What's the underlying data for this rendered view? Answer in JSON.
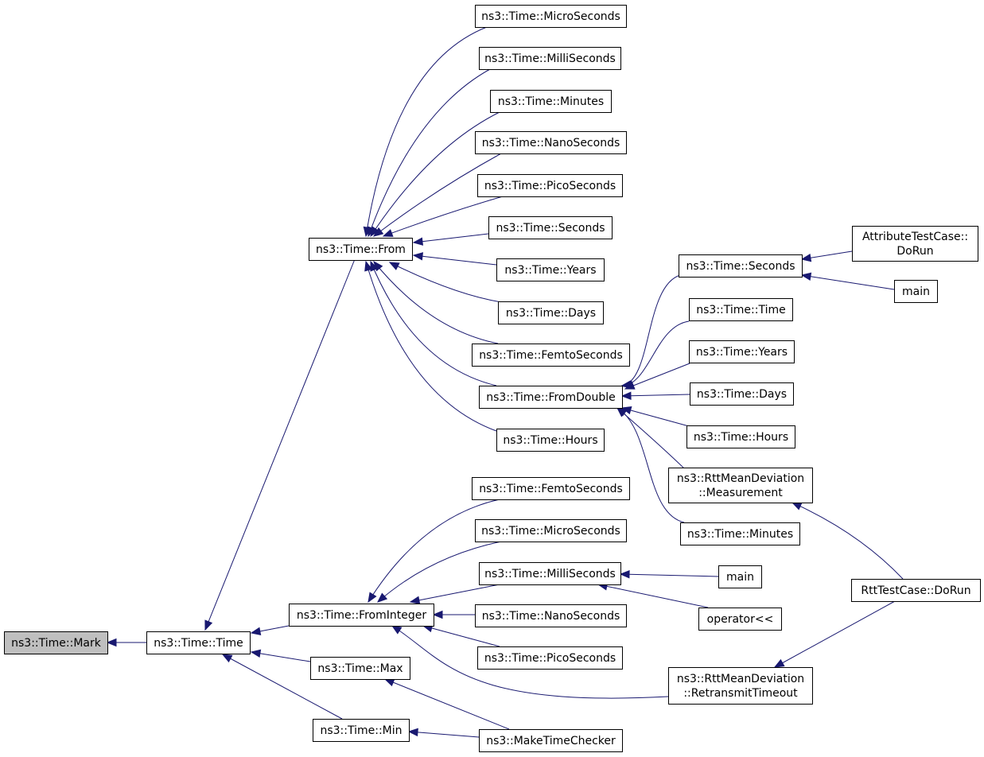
{
  "colors": {
    "edge": "#191970",
    "root_fill": "#bfbfbf",
    "node_fill": "#ffffff",
    "border": "#000000"
  },
  "nodes": {
    "mark": {
      "lines": [
        "ns3::Time::Mark"
      ]
    },
    "time_ctor": {
      "lines": [
        "ns3::Time::Time"
      ]
    },
    "from": {
      "lines": [
        "ns3::Time::From"
      ]
    },
    "from_integer": {
      "lines": [
        "ns3::Time::FromInteger"
      ]
    },
    "max": {
      "lines": [
        "ns3::Time::Max"
      ]
    },
    "min": {
      "lines": [
        "ns3::Time::Min"
      ]
    },
    "from_microseconds": {
      "lines": [
        "ns3::Time::MicroSeconds"
      ]
    },
    "from_milliseconds": {
      "lines": [
        "ns3::Time::MilliSeconds"
      ]
    },
    "from_minutes": {
      "lines": [
        "ns3::Time::Minutes"
      ]
    },
    "from_nanoseconds": {
      "lines": [
        "ns3::Time::NanoSeconds"
      ]
    },
    "from_picoseconds": {
      "lines": [
        "ns3::Time::PicoSeconds"
      ]
    },
    "from_seconds": {
      "lines": [
        "ns3::Time::Seconds"
      ]
    },
    "from_years": {
      "lines": [
        "ns3::Time::Years"
      ]
    },
    "from_days": {
      "lines": [
        "ns3::Time::Days"
      ]
    },
    "from_femtoseconds": {
      "lines": [
        "ns3::Time::FemtoSeconds"
      ]
    },
    "from_double": {
      "lines": [
        "ns3::Time::FromDouble"
      ]
    },
    "from_hours": {
      "lines": [
        "ns3::Time::Hours"
      ]
    },
    "fd_seconds": {
      "lines": [
        "ns3::Time::Seconds"
      ]
    },
    "fd_time": {
      "lines": [
        "ns3::Time::Time"
      ]
    },
    "fd_years": {
      "lines": [
        "ns3::Time::Years"
      ]
    },
    "fd_days": {
      "lines": [
        "ns3::Time::Days"
      ]
    },
    "fd_hours": {
      "lines": [
        "ns3::Time::Hours"
      ]
    },
    "fd_measurement": {
      "lines": [
        "ns3::RttMeanDeviation",
        "::Measurement"
      ]
    },
    "fd_minutes": {
      "lines": [
        "ns3::Time::Minutes"
      ]
    },
    "attribute_testcase_dorun": {
      "lines": [
        "AttributeTestCase::",
        "DoRun"
      ]
    },
    "main_seconds": {
      "lines": [
        "main"
      ]
    },
    "fi_femtoseconds": {
      "lines": [
        "ns3::Time::FemtoSeconds"
      ]
    },
    "fi_microseconds": {
      "lines": [
        "ns3::Time::MicroSeconds"
      ]
    },
    "fi_milliseconds": {
      "lines": [
        "ns3::Time::MilliSeconds"
      ]
    },
    "fi_nanoseconds": {
      "lines": [
        "ns3::Time::NanoSeconds"
      ]
    },
    "fi_picoseconds": {
      "lines": [
        "ns3::Time::PicoSeconds"
      ]
    },
    "fi_retransmit_timeout": {
      "lines": [
        "ns3::RttMeanDeviation",
        "::RetransmitTimeout"
      ]
    },
    "main_ms": {
      "lines": [
        "main"
      ]
    },
    "operator_shift": {
      "lines": [
        "operator<<"
      ]
    },
    "rtt_testcase_dorun": {
      "lines": [
        "RttTestCase::DoRun"
      ]
    },
    "make_time_checker": {
      "lines": [
        "ns3::MakeTimeChecker"
      ]
    }
  }
}
